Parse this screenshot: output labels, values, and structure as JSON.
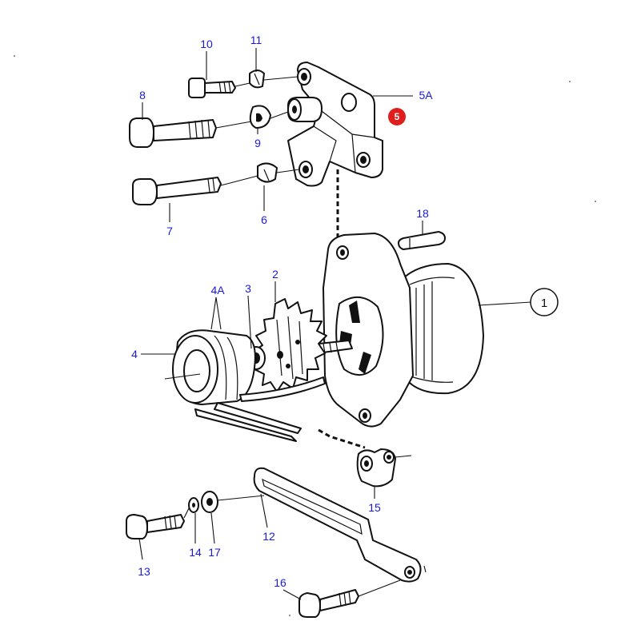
{
  "callouts": {
    "c1": "1",
    "c2": "2",
    "c3": "3",
    "c4": "4",
    "c4A": "4A",
    "c5": "5",
    "c5A": "5A",
    "c6": "6",
    "c7": "7",
    "c8": "8",
    "c9": "9",
    "c10": "10",
    "c11": "11",
    "c12": "12",
    "c13": "13",
    "c14": "14",
    "c15": "15",
    "c16": "16",
    "c17": "17",
    "c18": "18"
  },
  "colors": {
    "callout_text": "#1a1ad8",
    "badge": "#e01e1e",
    "lines": "#111111"
  }
}
